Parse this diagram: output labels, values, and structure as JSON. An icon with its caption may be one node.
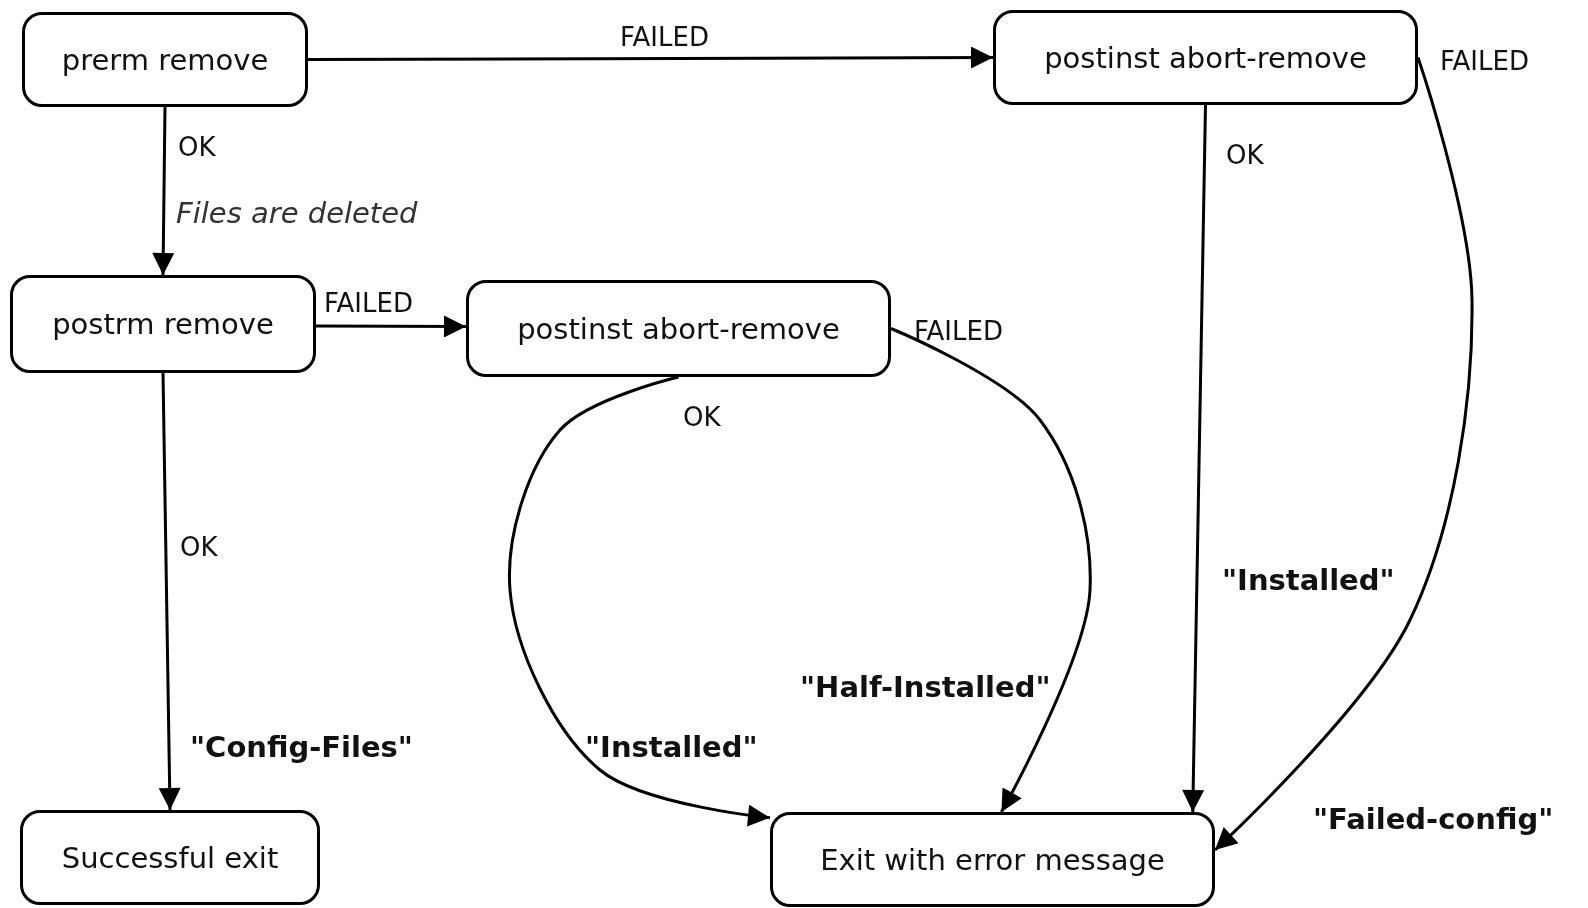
{
  "diagram": {
    "nodes": [
      {
        "text": [
          "prerm remove"
        ]
      },
      {
        "text": [
          "postinst abort-remove"
        ]
      },
      {
        "text": [
          "postrm remove"
        ]
      },
      {
        "text": [
          "postinst abort-remove"
        ]
      },
      {
        "text": [
          "Successful exit"
        ]
      },
      {
        "text": [
          "Exit with error message"
        ]
      }
    ],
    "edges": [
      {
        "from": 0,
        "to": 1,
        "arrow": "to",
        "label": "FAILED"
      },
      {
        "from": 0,
        "to": 2,
        "arrow": "to",
        "label": "OK"
      },
      {
        "from": 2,
        "to": 3,
        "arrow": "to",
        "label": "FAILED"
      },
      {
        "from": 2,
        "to": 4,
        "arrow": "to",
        "label": "OK"
      },
      {
        "from": 3,
        "to": 5,
        "arrow": "to",
        "label": "OK"
      },
      {
        "from": 3,
        "to": 5,
        "arrow": "to",
        "label": "FAILED"
      },
      {
        "from": 1,
        "to": 5,
        "arrow": "to",
        "label": "OK"
      },
      {
        "from": 1,
        "to": 5,
        "arrow": "to",
        "label": "FAILED"
      }
    ],
    "labels": [
      "Files are deleted",
      "\"Config-Files\"",
      "\"Half-Installed\"",
      "\"Installed\"",
      "\"Installed\"",
      "\"Failed-config\""
    ]
  }
}
